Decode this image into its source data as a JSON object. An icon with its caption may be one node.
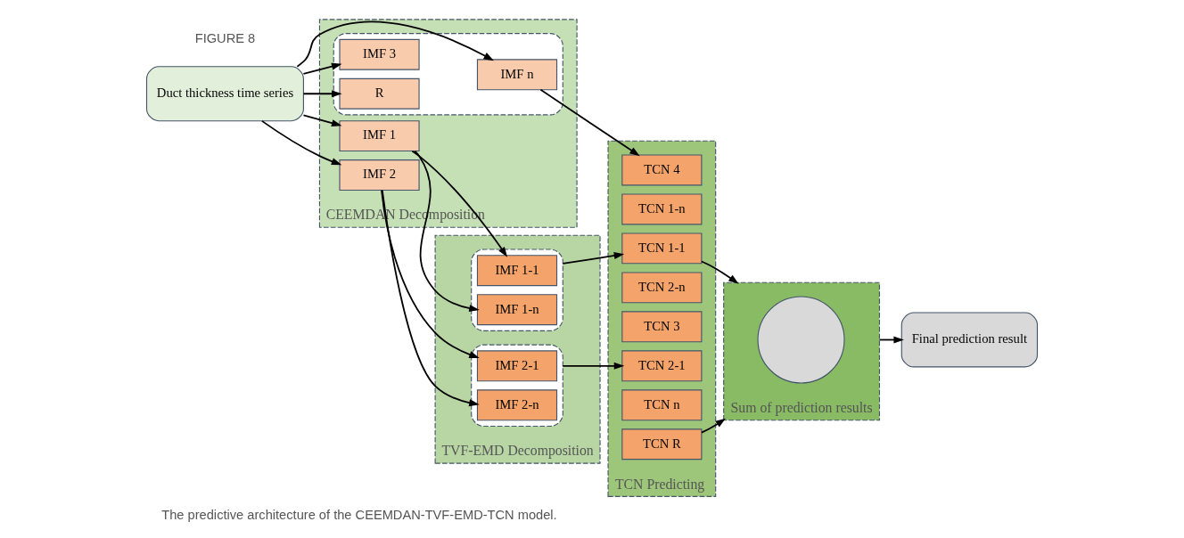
{
  "diagram": {
    "caption": "The predictive architecture of the CEEMDAN-TVF-EMD-TCN model.",
    "nodes": [
      {
        "text": [
          "Duct thickness time series"
        ]
      },
      {
        "text": [
          "CEEMDAN Decomposition"
        ]
      },
      {
        "text": [
          "IMF 1"
        ],
        "in": 1
      },
      {
        "text": [
          "IMF 2"
        ],
        "in": 1
      },
      {
        "text": [],
        "shape": "box",
        "in": 1
      },
      {
        "text": [
          "IMF 3"
        ],
        "in": 4
      },
      {
        "text": [
          "IMF n"
        ],
        "in": 4
      },
      {
        "text": [
          "R"
        ],
        "in": 4
      },
      {
        "text": [
          "TVF-EMD Decomposition"
        ]
      },
      {
        "text": [],
        "shape": "box",
        "in": 8
      },
      {
        "text": [
          "IMF 1-1"
        ],
        "in": 9
      },
      {
        "text": [
          "IMF 1-n"
        ],
        "in": 9
      },
      {
        "text": [],
        "shape": "box",
        "in": 8
      },
      {
        "text": [
          "IMF 2-1"
        ],
        "in": 12
      },
      {
        "text": [
          "IMF 2-n"
        ],
        "in": 12
      },
      {
        "text": [
          "TCN Predicting"
        ]
      },
      {
        "text": [
          "TCN 1-1"
        ],
        "in": 15
      },
      {
        "text": [
          "TCN 1-n"
        ],
        "in": 15
      },
      {
        "text": [
          "TCN 2-1"
        ],
        "in": 15
      },
      {
        "text": [
          "TCN 2-n"
        ],
        "in": 15
      },
      {
        "text": [
          "TCN 3"
        ],
        "in": 15
      },
      {
        "text": [
          "TCN 4"
        ],
        "in": 15
      },
      {
        "text": [
          "TCN n"
        ],
        "in": 15
      },
      {
        "text": [
          "TCN R"
        ],
        "in": 15
      },
      {
        "text": [
          "Sum of prediction results"
        ]
      },
      {
        "text": [],
        "shape": "circle",
        "in": 24
      },
      {
        "text": [
          "Final prediction result"
        ]
      }
    ],
    "edges": [
      {
        "from": 0,
        "to": 2,
        "arrow": "to"
      },
      {
        "from": 0,
        "to": 3,
        "arrow": "to"
      },
      {
        "from": 0,
        "to": 5,
        "arrow": "to"
      },
      {
        "from": 0,
        "to": 6,
        "arrow": "to"
      },
      {
        "from": 0,
        "to": 7,
        "arrow": "to"
      },
      {
        "from": 2,
        "to": 10,
        "arrow": "to"
      },
      {
        "from": 2,
        "to": 11,
        "arrow": "to"
      },
      {
        "from": 3,
        "to": 13,
        "arrow": "to"
      },
      {
        "from": 3,
        "to": 14,
        "arrow": "to"
      },
      {
        "from": 9,
        "to": 16,
        "arrow": "to"
      },
      {
        "from": 12,
        "to": 18,
        "arrow": "to"
      },
      {
        "from": 6,
        "to": 21,
        "arrow": "to"
      },
      {
        "from": 16,
        "to": 24,
        "arrow": "to"
      },
      {
        "from": 23,
        "to": 24,
        "arrow": "to"
      },
      {
        "from": 24,
        "to": 26,
        "arrow": "to"
      }
    ],
    "labels": [
      "FIGURE 8"
    ]
  }
}
